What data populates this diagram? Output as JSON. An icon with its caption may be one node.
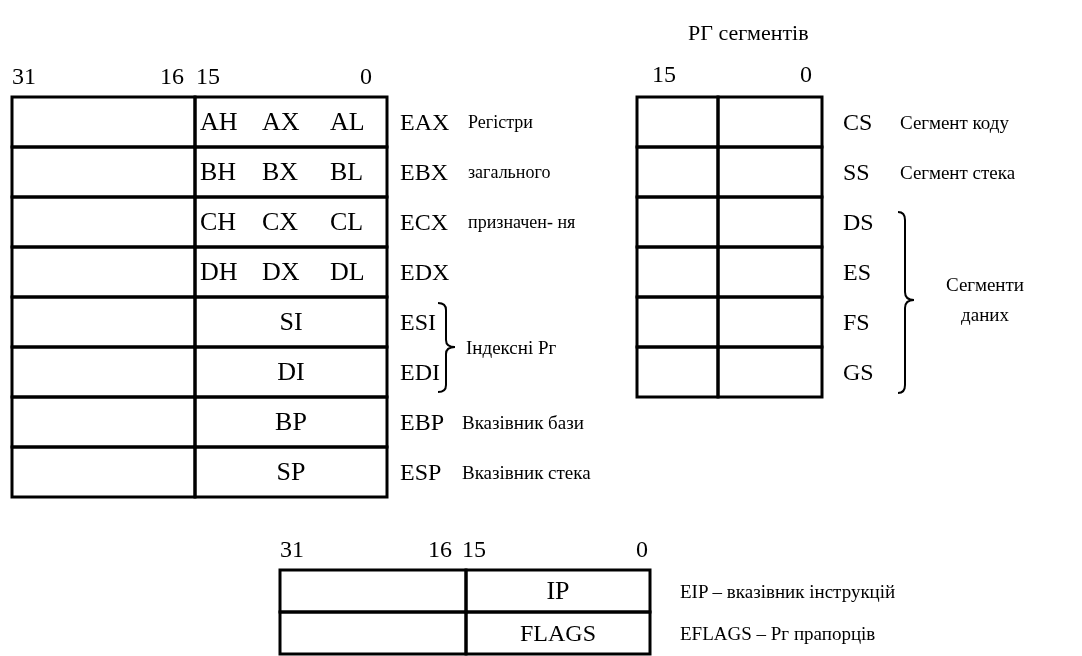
{
  "diagram": {
    "labels": [
      "РГ сегментів",
      "31",
      "16",
      "15",
      "0",
      "15",
      "0",
      "AH",
      "AX",
      "AL",
      "EAX",
      "Регістри загального призначен- ня",
      "CS",
      "Сегмент коду",
      "BH",
      "BX",
      "BL",
      "EBX",
      "SS",
      "Сегмент стека",
      "CH",
      "CX",
      "CL",
      "ECX",
      "DS",
      "DH",
      "DX",
      "DL",
      "EDX",
      "ES",
      "Сегменти даних",
      "SI",
      "ESI",
      "Індексні Рг",
      "FS",
      "DI",
      "EDI",
      "GS",
      "BP",
      "EBP",
      "Вказівник бази",
      "SP",
      "ESP",
      "Вказівник стека",
      "31",
      "16",
      "15",
      "0",
      "IP",
      "EIP – вказівник інструкцій",
      "FLAGS",
      "EFLAGS – Рг прапорців"
    ]
  }
}
